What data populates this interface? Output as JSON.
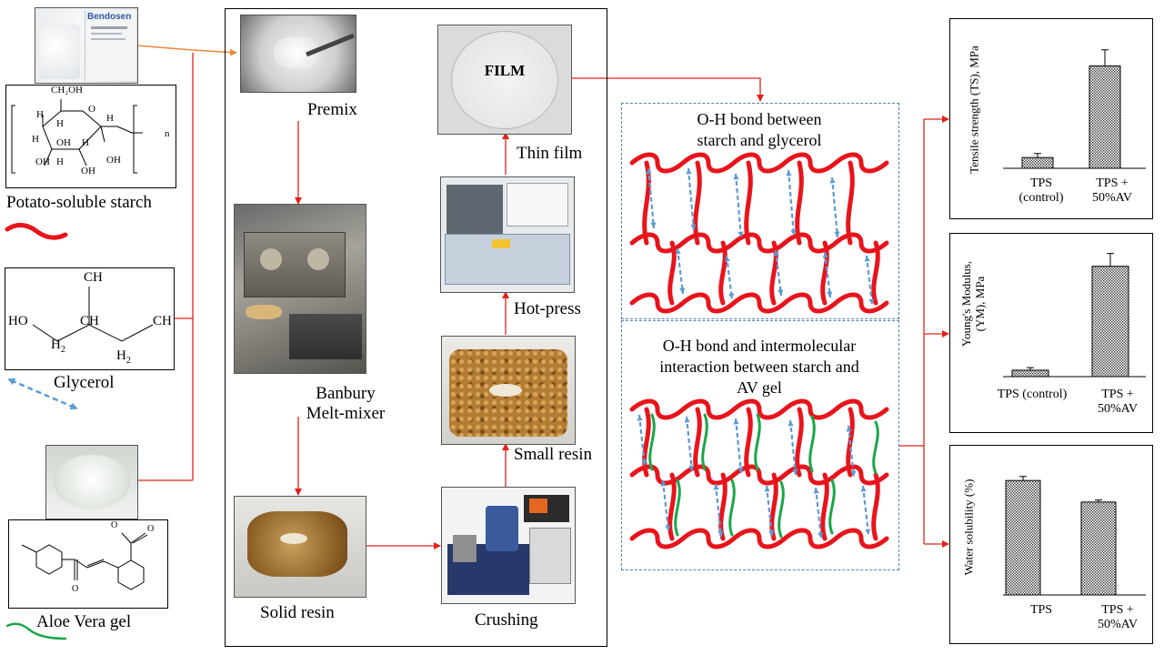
{
  "materials": {
    "starch_label": "Potato-soluble starch",
    "glycerol_label": "Glycerol",
    "aloe_label": "Aloe Vera gel",
    "starch_jar_label": "Bendosen",
    "starch_struct": {
      "ch2oh": "CH₂OH",
      "o": "O",
      "h": "H",
      "oh": "OH",
      "n": "n"
    },
    "glycerol_struct": {
      "ch_top": "CH",
      "ho": "HO",
      "ch_mid": "CH",
      "ch_right": "CH",
      "h2a": "H",
      "h2b": "H",
      "sub2": "2"
    }
  },
  "process": {
    "premix": "Premix",
    "banbury": "Banbury\nMelt-mixer",
    "banbury_line1": "Banbury",
    "banbury_line2": "Melt-mixer",
    "solid_resin": "Solid resin",
    "crushing": "Crushing",
    "small_resin": "Small resin",
    "hot_press": "Hot-press",
    "thin_film": "Thin film",
    "film_text": "FILM"
  },
  "network": {
    "top_title_1": "O-H bond between",
    "top_title_2": "starch and glycerol",
    "bottom_title_1": "O-H bond and intermolecular",
    "bottom_title_2": "interaction between starch and",
    "bottom_title_3": "AV gel"
  },
  "colors": {
    "starch": "#e8141c",
    "glycerol": "#5b9bd5",
    "aloe": "#1aa64a",
    "arrow": "#e0231b",
    "orange_arrow": "#e88a3c"
  },
  "chart_data": [
    {
      "type": "bar",
      "ylabel": "Tensile strength (TS), MPa",
      "categories": [
        "TPS\n(control)",
        "TPS +\n50%AV"
      ],
      "cat_lines": [
        [
          "TPS",
          "(control)"
        ],
        [
          "TPS +",
          "50%AV"
        ]
      ],
      "values": [
        0.08,
        0.76
      ],
      "errors": [
        0.03,
        0.12
      ],
      "ylim": [
        0,
        1
      ],
      "grid": false
    },
    {
      "type": "bar",
      "ylabel": "Young's Modulus, (YM), MPa",
      "ylabel_lines": [
        "Young's Modulus,",
        "(YM), MPa"
      ],
      "categories": [
        "TPS (control)",
        "TPS +\n50%AV"
      ],
      "cat_lines": [
        [
          "TPS (control)"
        ],
        [
          "TPS +",
          "50%AV"
        ]
      ],
      "values": [
        0.05,
        0.86
      ],
      "errors": [
        0.02,
        0.1
      ],
      "ylim": [
        0,
        1
      ],
      "grid": false
    },
    {
      "type": "bar",
      "ylabel": "Water solubility (%)",
      "categories": [
        "TPS",
        "TPS +\n50%AV"
      ],
      "cat_lines": [
        [
          "TPS"
        ],
        [
          "TPS +",
          "50%AV"
        ]
      ],
      "values": [
        0.85,
        0.69
      ],
      "errors": [
        0.03,
        0.015
      ],
      "ylim": [
        0,
        1
      ],
      "grid": false
    }
  ]
}
